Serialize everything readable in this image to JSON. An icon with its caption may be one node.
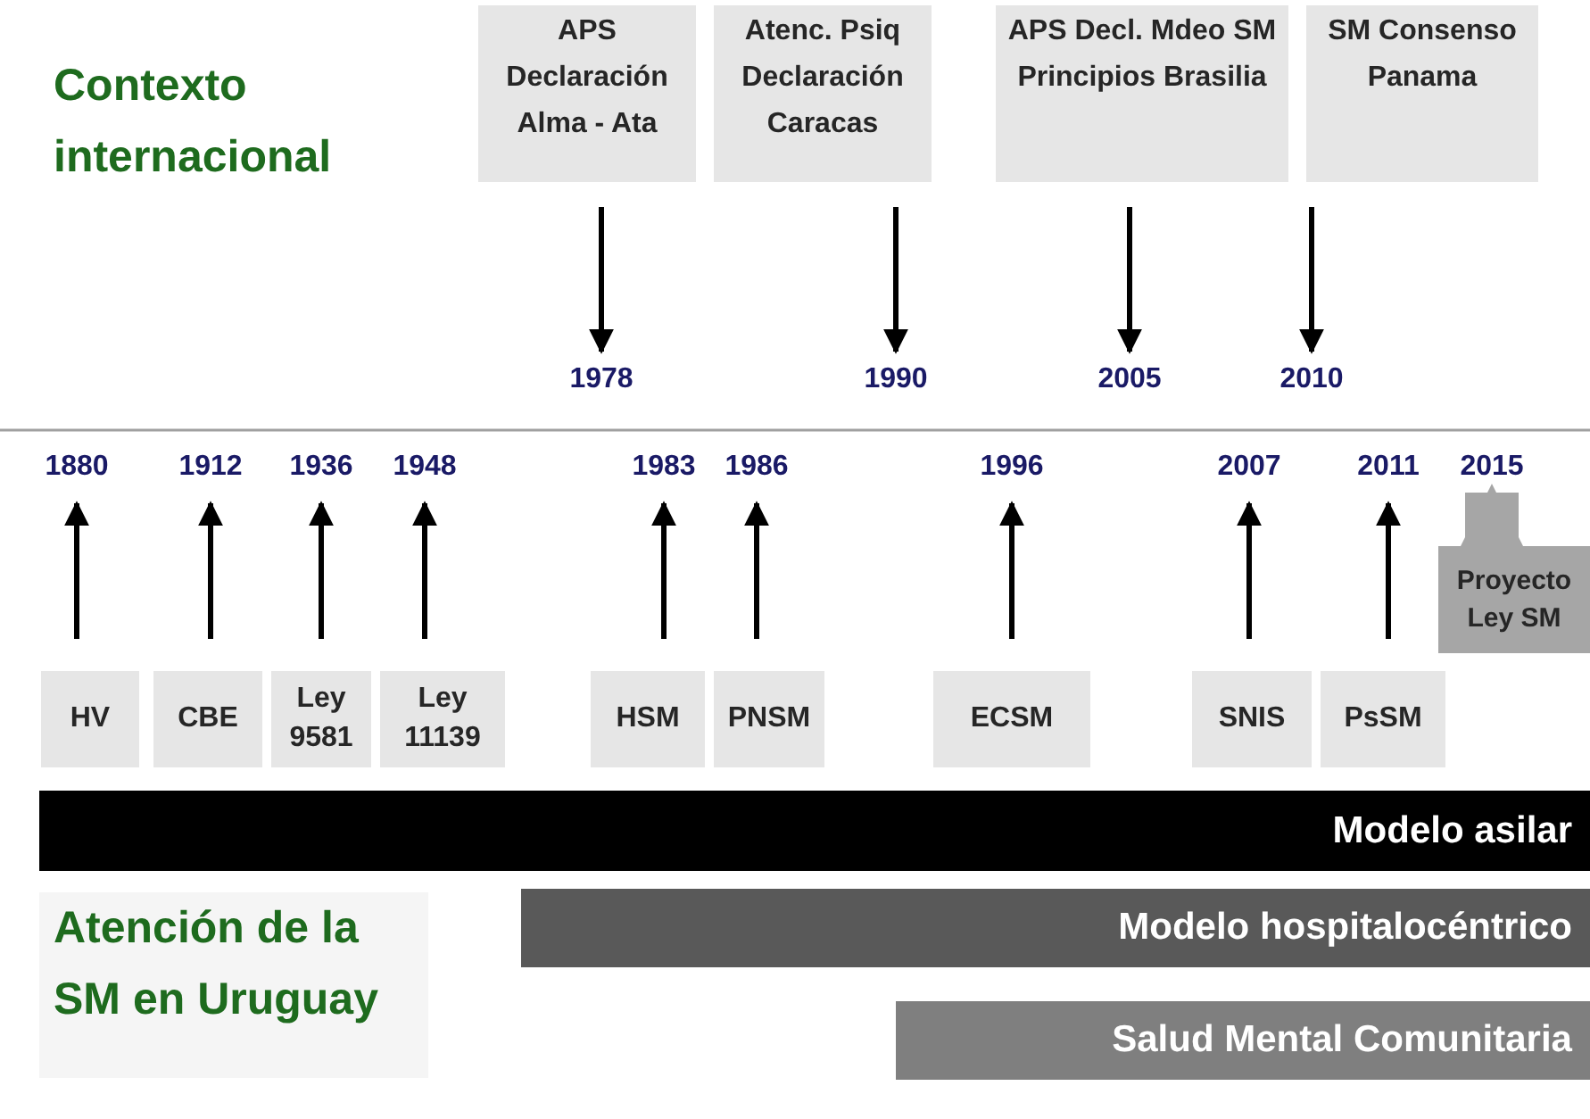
{
  "diagram": {
    "nodes": [
      {
        "text": [
          "APS Declaración Alma - Ata"
        ]
      },
      {
        "text": [
          "Atenc. Psiq Declaración Caracas"
        ]
      },
      {
        "text": [
          "APS Decl. Mdeo SM Principios Brasilia"
        ]
      },
      {
        "text": [
          "SM Consenso Panama"
        ]
      },
      {
        "text": [
          "1978"
        ]
      },
      {
        "text": [
          "1990"
        ]
      },
      {
        "text": [
          "2005"
        ]
      },
      {
        "text": [
          "2010"
        ]
      },
      {
        "text": [
          "1880"
        ]
      },
      {
        "text": [
          "1912"
        ]
      },
      {
        "text": [
          "1936"
        ]
      },
      {
        "text": [
          "1948"
        ]
      },
      {
        "text": [
          "1983"
        ]
      },
      {
        "text": [
          "1986"
        ]
      },
      {
        "text": [
          "1996"
        ]
      },
      {
        "text": [
          "2007"
        ]
      },
      {
        "text": [
          "2011"
        ]
      },
      {
        "text": [
          "2015"
        ]
      },
      {
        "text": [
          "HV"
        ]
      },
      {
        "text": [
          "CBE"
        ]
      },
      {
        "text": [
          "Ley 9581"
        ]
      },
      {
        "text": [
          "Ley 11139"
        ]
      },
      {
        "text": [
          "HSM"
        ]
      },
      {
        "text": [
          "PNSM"
        ]
      },
      {
        "text": [
          "ECSM"
        ]
      },
      {
        "text": [
          "SNIS"
        ]
      },
      {
        "text": [
          "PsSM"
        ]
      },
      {
        "text": [
          "Proyecto Ley SM"
        ]
      },
      {
        "text": [
          "Modelo asilar"
        ]
      },
      {
        "text": [
          "Modelo hospitalocéntrico"
        ]
      },
      {
        "text": [
          "Salud Mental Comunitaria"
        ]
      }
    ],
    "edges": [
      {
        "from": 0,
        "to": 4,
        "arrow": "to"
      },
      {
        "from": 1,
        "to": 5,
        "arrow": "to"
      },
      {
        "from": 2,
        "to": 6,
        "arrow": "to"
      },
      {
        "from": 3,
        "to": 7,
        "arrow": "to"
      },
      {
        "from": 18,
        "to": 8,
        "arrow": "to"
      },
      {
        "from": 19,
        "to": 9,
        "arrow": "to"
      },
      {
        "from": 20,
        "to": 10,
        "arrow": "to"
      },
      {
        "from": 21,
        "to": 11,
        "arrow": "to"
      },
      {
        "from": 22,
        "to": 12,
        "arrow": "to"
      },
      {
        "from": 23,
        "to": 13,
        "arrow": "to"
      },
      {
        "from": 24,
        "to": 14,
        "arrow": "to"
      },
      {
        "from": 25,
        "to": 15,
        "arrow": "to"
      },
      {
        "from": 26,
        "to": 16,
        "arrow": "to"
      },
      {
        "from": 27,
        "to": 17,
        "arrow": "to",
        "style": "thick",
        "color": "#a6a6a6"
      }
    ],
    "labels": [
      "Contexto internacional",
      "Atención de la SM en Uruguay"
    ]
  }
}
